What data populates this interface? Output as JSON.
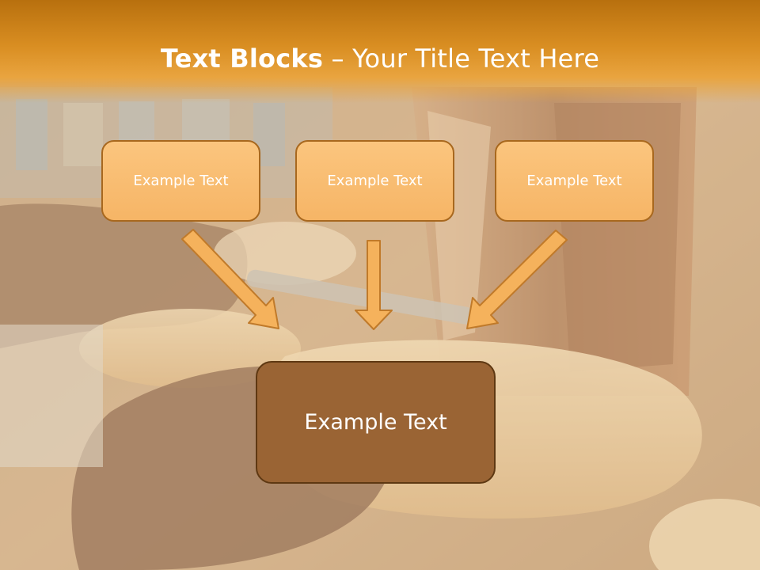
{
  "title": {
    "bold_part": "Text Blocks",
    "separator": " – ",
    "rest_part": "Your Title Text Here"
  },
  "blocks": [
    {
      "label": "Example Text"
    },
    {
      "label": "Example Text"
    },
    {
      "label": "Example Text"
    }
  ],
  "main_block": {
    "label": "Example Text"
  },
  "colors": {
    "title_bar": "#d98e22",
    "block_fill": "#f6b566",
    "block_border": "#a8681e",
    "main_fill": "#9a6434",
    "main_border": "#5e3812",
    "arrow_fill": "#f5b25c",
    "arrow_stroke": "#c07a2a"
  }
}
